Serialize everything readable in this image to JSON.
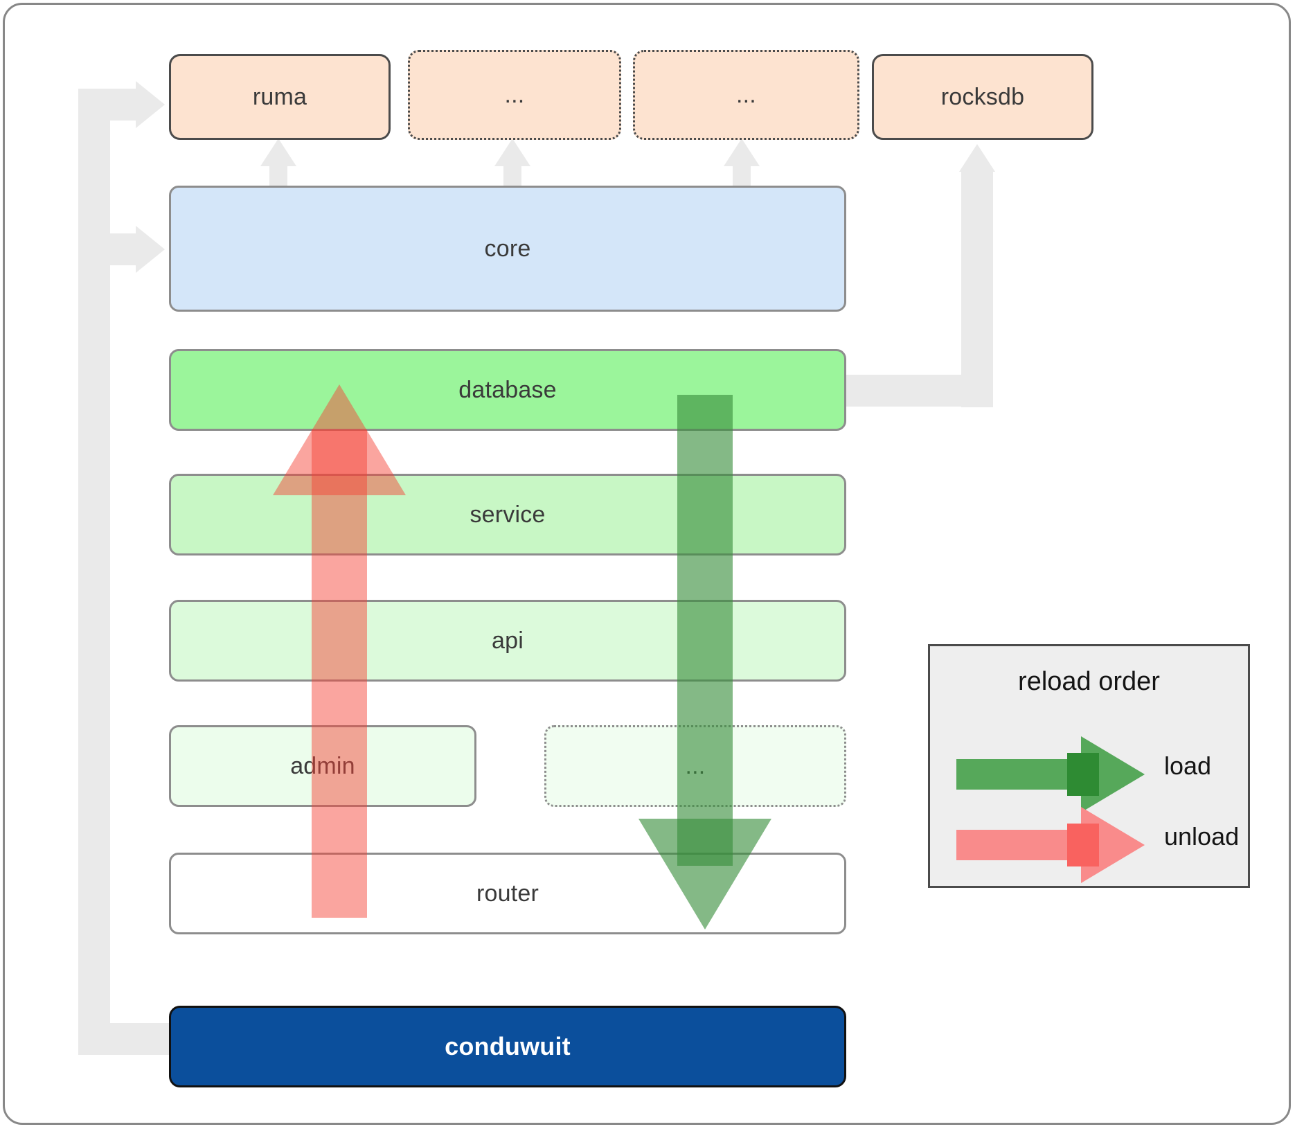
{
  "diagram": {
    "title": "conduwuit crate dependency / reload order diagram",
    "colors": {
      "dependency_fill": "#fde3d0",
      "core_fill": "#d4e6f9",
      "database_fill": "#9bf59b",
      "service_fill": "#c8f7c5",
      "api_fill": "#dcfadb",
      "admin_fill": "#ecfdec",
      "dots_fill": "#f1fdf1",
      "router_fill": "#ffffff",
      "conduwuit_fill": "#0b4f9c",
      "rail": "#eaeaea",
      "load_arrow": "#388e3c",
      "unload_arrow": "#f44336",
      "legend_bg": "#eeeeee"
    },
    "dependencies": [
      {
        "label": "ruma",
        "style": "solid"
      },
      {
        "label": "...",
        "style": "dotted"
      },
      {
        "label": "...",
        "style": "dotted"
      },
      {
        "label": "rocksdb",
        "style": "solid"
      }
    ],
    "layers": [
      {
        "label": "core",
        "style": "thin"
      },
      {
        "label": "database",
        "style": "thin"
      },
      {
        "label": "service",
        "style": "thin"
      },
      {
        "label": "api",
        "style": "thin"
      },
      {
        "label": "admin",
        "style": "thin"
      },
      {
        "label": "...",
        "style": "thindot"
      },
      {
        "label": "router",
        "style": "thin"
      }
    ],
    "binary": {
      "label": "conduwuit"
    }
  },
  "legend": {
    "title": "reload order",
    "entries": [
      {
        "label": "load",
        "color": "#56a85a"
      },
      {
        "label": "unload",
        "color": "#f98b8b"
      }
    ]
  }
}
